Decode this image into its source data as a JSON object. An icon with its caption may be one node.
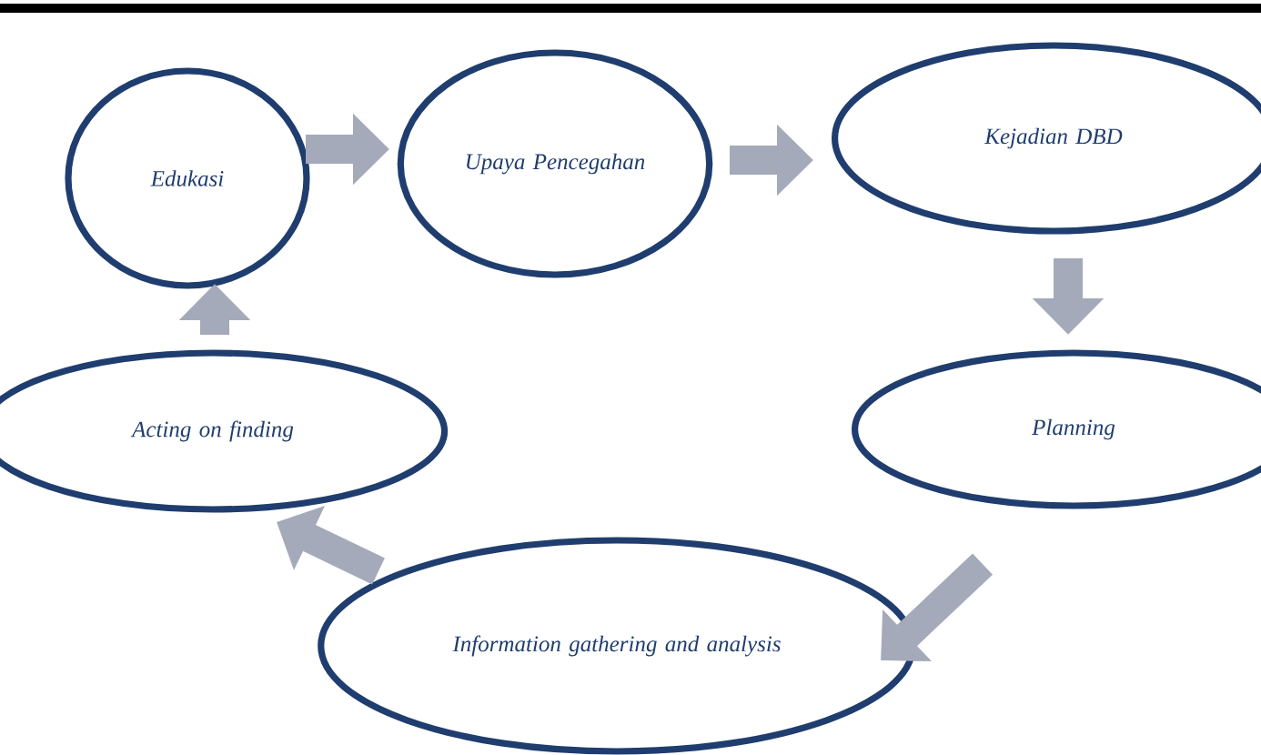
{
  "diagram": {
    "nodes": [
      {
        "text": [
          "Edukasi"
        ]
      },
      {
        "text": [
          "Upaya Pencegahan"
        ]
      },
      {
        "text": [
          "Kejadian DBD"
        ]
      },
      {
        "text": [
          "Planning"
        ]
      },
      {
        "text": [
          "Information gathering and analysis"
        ]
      },
      {
        "text": [
          "Acting on finding"
        ]
      }
    ],
    "edges": [
      {
        "from": 0,
        "to": 1,
        "arrow": "to"
      },
      {
        "from": 1,
        "to": 2,
        "arrow": "to"
      },
      {
        "from": 2,
        "to": 3,
        "arrow": "to"
      },
      {
        "from": 3,
        "to": 4,
        "arrow": "to"
      },
      {
        "from": 4,
        "to": 5,
        "arrow": "to"
      },
      {
        "from": 5,
        "to": 0,
        "arrow": "to"
      }
    ]
  }
}
